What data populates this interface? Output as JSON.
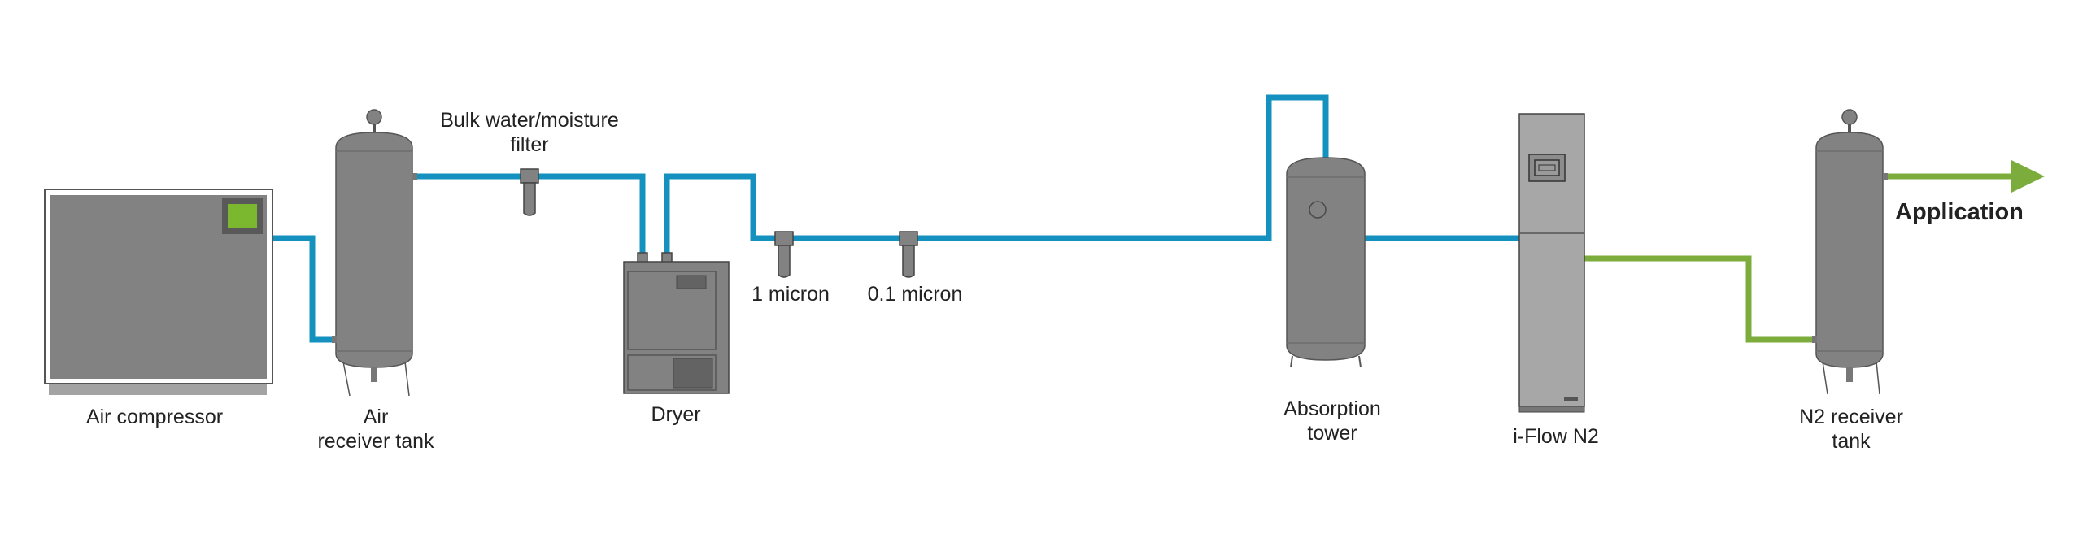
{
  "colors": {
    "air_pipe": "#1591bf",
    "nitrogen_pipe": "#7cad3c",
    "equipment": "#828282",
    "equipment_light": "#a7a7a7",
    "outline": "#4a4a4a",
    "accent_green": "#7cb82f"
  },
  "labels": {
    "air_compressor": "Air compressor",
    "air_receiver_line1": "Air",
    "air_receiver_line2": "receiver tank",
    "bulk_filter_line1": "Bulk water/moisture",
    "bulk_filter_line2": "filter",
    "dryer": "Dryer",
    "filter_1_micron": "1 micron",
    "filter_01_micron": "0.1 micron",
    "absorption_line1": "Absorption",
    "absorption_line2": "tower",
    "iflow": "i-Flow N2",
    "n2_receiver_line1": "N2 receiver",
    "n2_receiver_line2": "tank",
    "application": "Application"
  }
}
